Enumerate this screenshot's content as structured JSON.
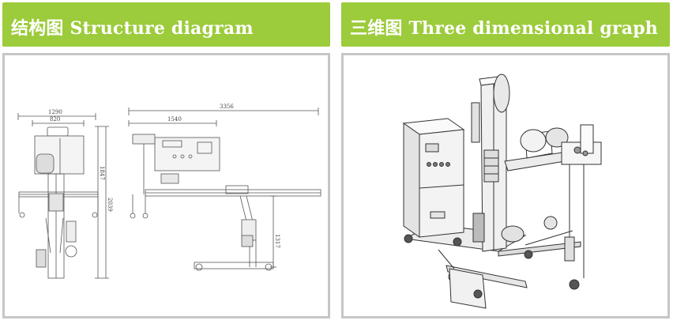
{
  "headers": {
    "structure": "结构图 Structure diagram",
    "three_d": "三维图 Three dimensional graph"
  },
  "dimensions": {
    "front_width_outer": "1290",
    "front_width_inner": "820",
    "front_height_1": "1847",
    "front_height_2": "2039",
    "side_total_width": "3356",
    "side_inner_width": "1540",
    "side_drop_height": "1317"
  },
  "colors": {
    "header_bg": "#9ccb3b",
    "header_text": "#ffffff",
    "panel_border": "#c6c6c6"
  }
}
